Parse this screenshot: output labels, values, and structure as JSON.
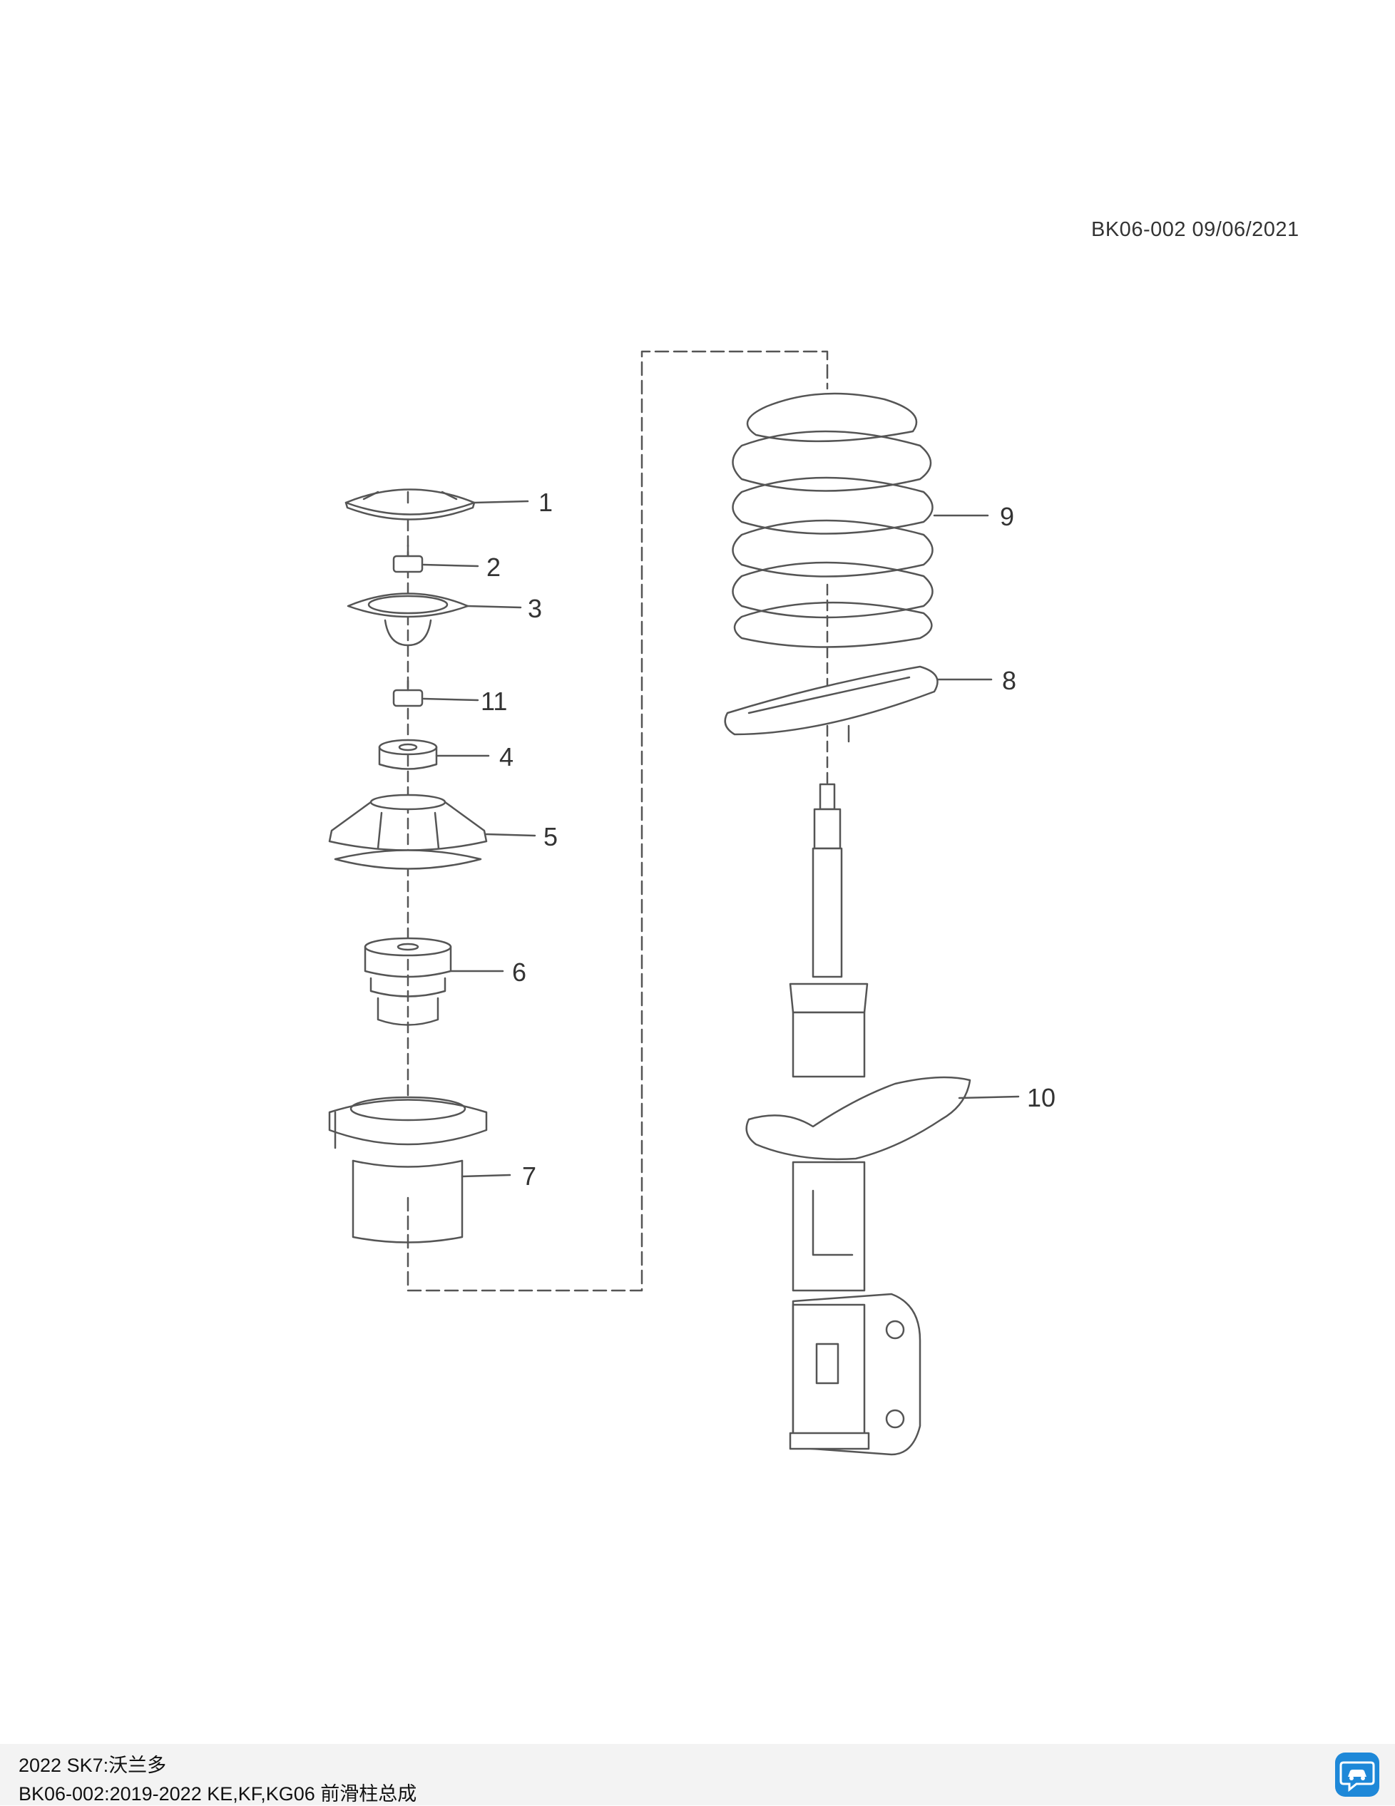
{
  "diagram": {
    "reference": "BK06-002 09/06/2021",
    "callouts": [
      "1",
      "2",
      "3",
      "11",
      "4",
      "5",
      "6",
      "7",
      "9",
      "8",
      "10"
    ]
  },
  "footer": {
    "line1": "2022 SK7:沃兰多",
    "line2": "BK06-002:2019-2022 KE,KF,KG06 前滑柱总成"
  },
  "colors": {
    "line": "#555555",
    "footer_bg": "#f3f3f3",
    "app_icon": "#1e88d8"
  }
}
